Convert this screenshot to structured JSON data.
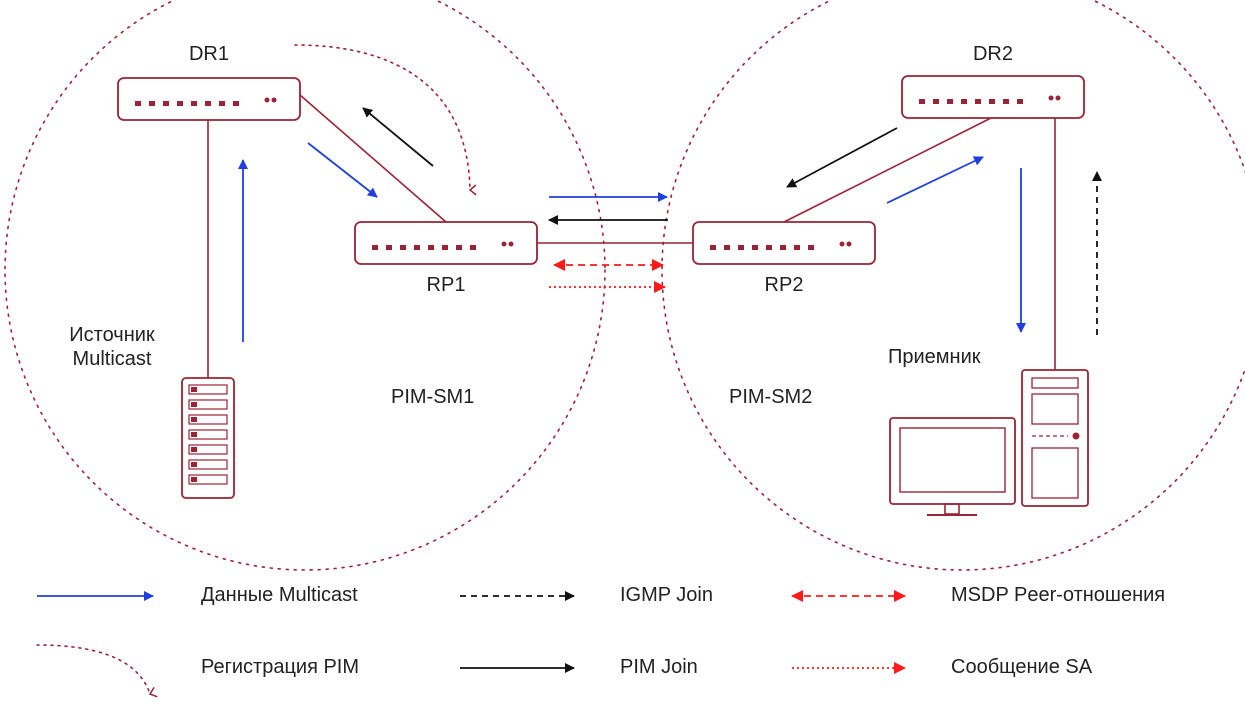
{
  "domains": [
    {
      "name": "domain-pim-sm1",
      "label": "PIM-SM1"
    },
    {
      "name": "domain-pim-sm2",
      "label": "PIM-SM2"
    }
  ],
  "devices": {
    "dr1": "DR1",
    "dr2": "DR2",
    "rp1": "RP1",
    "rp2": "RP2",
    "source": "Источник\nMulticast",
    "receiver": "Приемник"
  },
  "legend": {
    "multicast_data": "Данные Multicast",
    "igmp_join": "IGMP Join",
    "msdp_peer": "MSDP Peer-отношения",
    "pim_register": "Регистрация PIM",
    "pim_join": "PIM Join",
    "sa_message": "Сообщение SA"
  },
  "colors": {
    "device": "#9b2335",
    "multicast_data": "#1f3fe0",
    "join": "#111111",
    "msdp": "#ff1a1a",
    "domain_border": "#9b2335"
  }
}
